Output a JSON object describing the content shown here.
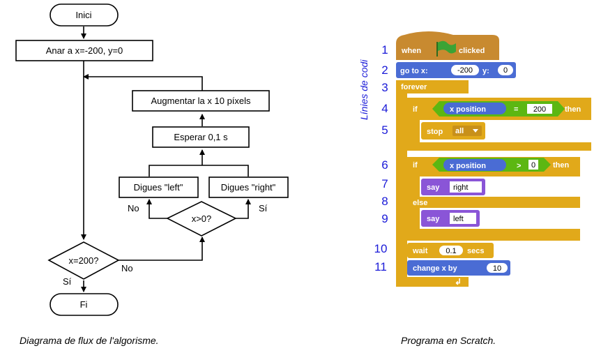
{
  "flowchart": {
    "start": "Inici",
    "set_pos": "Anar a x=-200, y=0",
    "increase": "Augmentar la x 10 píxels",
    "wait": "Esperar 0,1 s",
    "say_left": "Digues \"left\"",
    "say_right": "Digues \"right\"",
    "cond_x0": "x>0?",
    "no_left": "No",
    "si_right": "Sí",
    "cond_200": "x=200?",
    "no_200": "No",
    "si_200": "Sí",
    "end": "Fi",
    "caption": "Diagrama de flux de l'algorisme."
  },
  "scratch": {
    "vertical_label": "Línies de codi",
    "line_numbers": [
      "1",
      "2",
      "3",
      "4",
      "5",
      "6",
      "7",
      "8",
      "9",
      "10",
      "11"
    ],
    "when": "when",
    "clicked": "clicked",
    "goto": "go to x:",
    "goto_x": "-200",
    "goto_y_label": "y:",
    "goto_y": "0",
    "forever": "forever",
    "if1": "if",
    "xpos1": "x position",
    "eq": "=",
    "val200": "200",
    "then1": "then",
    "stop": "stop",
    "stop_opt": "all",
    "if2": "if",
    "xpos2": "x position",
    "gt": ">",
    "val0": "0",
    "then2": "then",
    "say1": "say",
    "say1_val": "right",
    "else": "else",
    "say2": "say",
    "say2_val": "left",
    "wait": "wait",
    "wait_val": "0.1",
    "secs": "secs",
    "change": "change x by",
    "change_val": "10",
    "caption": "Programa en Scratch."
  },
  "colors": {
    "event": "#c88a30",
    "motion": "#4a6cd4",
    "control": "#e1a91a",
    "looks": "#8a55d7",
    "operator": "#5cb712",
    "line_number": "#1a1ad8",
    "flag": "#3aa335"
  }
}
